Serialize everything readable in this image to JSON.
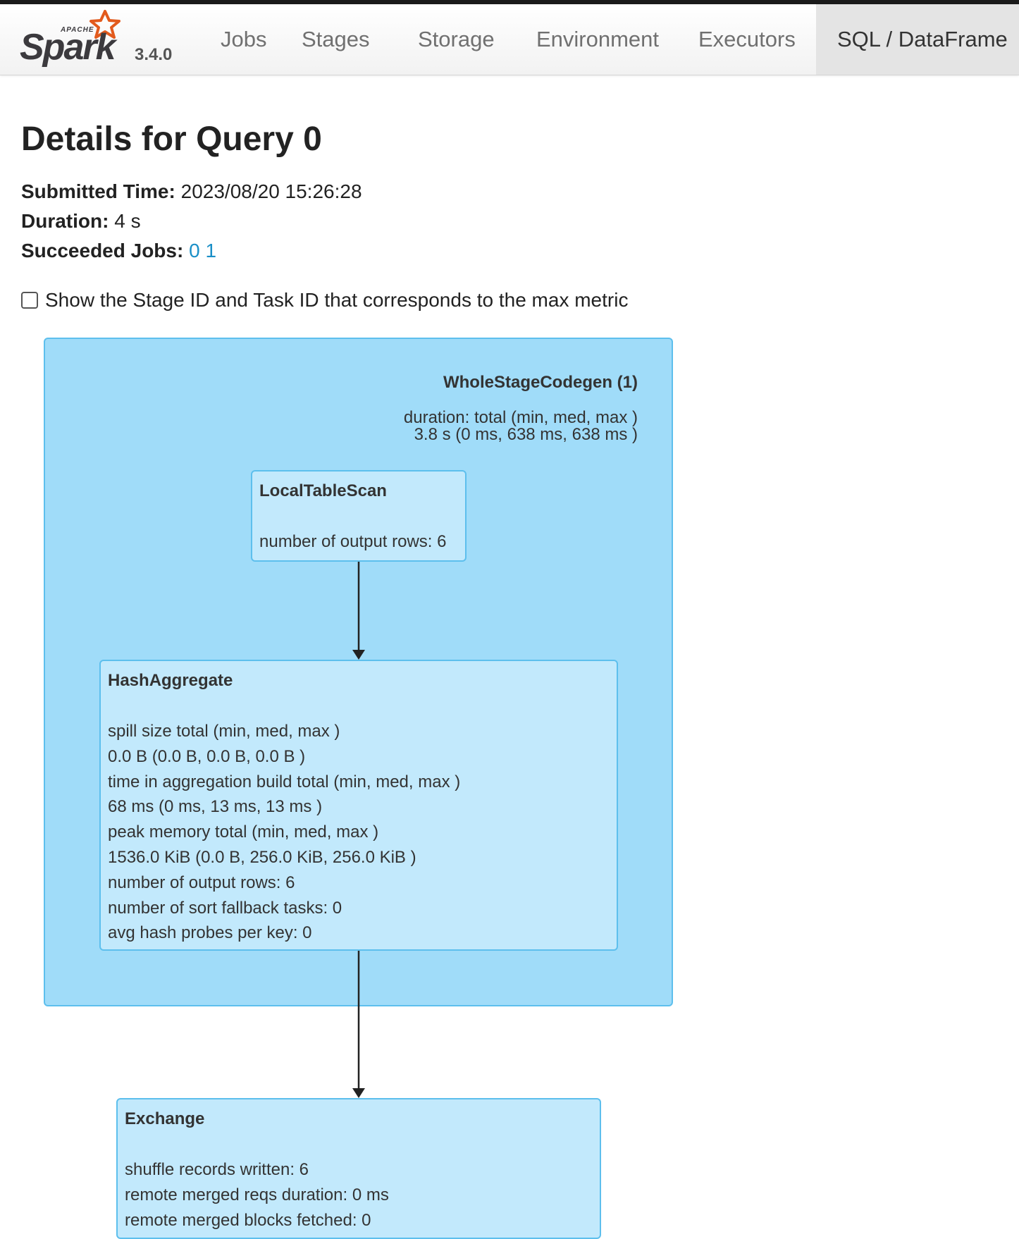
{
  "navbar": {
    "brand_apache": "APACHE",
    "brand_name": "Spark",
    "version": "3.4.0",
    "tabs": [
      {
        "label": "Jobs"
      },
      {
        "label": "Stages"
      },
      {
        "label": "Storage"
      },
      {
        "label": "Environment"
      },
      {
        "label": "Executors"
      },
      {
        "label": "SQL / DataFrame",
        "active": true
      }
    ]
  },
  "page": {
    "title": "Details for Query 0",
    "submitted_label": "Submitted Time:",
    "submitted_value": "2023/08/20 15:26:28",
    "duration_label": "Duration:",
    "duration_value": "4 s",
    "succeeded_jobs_label": "Succeeded Jobs:",
    "succeeded_jobs": [
      "0",
      "1"
    ],
    "checkbox_label": "Show the Stage ID and Task ID that corresponds to the max metric",
    "checkbox_checked": false
  },
  "plan": {
    "cluster": {
      "title": "WholeStageCodegen (1)",
      "metric_line1": "duration: total (min, med, max )",
      "metric_line2": "3.8 s (0 ms, 638 ms, 638 ms )"
    },
    "nodes": {
      "local_table_scan": {
        "title": "LocalTableScan",
        "metrics": [
          "number of output rows: 6"
        ]
      },
      "hash_aggregate": {
        "title": "HashAggregate",
        "metrics": [
          "spill size total (min, med, max )",
          "0.0 B (0.0 B, 0.0 B, 0.0 B )",
          "time in aggregation build total (min, med, max )",
          "68 ms (0 ms, 13 ms, 13 ms )",
          "peak memory total (min, med, max )",
          "1536.0 KiB (0.0 B, 256.0 KiB, 256.0 KiB )",
          "number of output rows: 6",
          "number of sort fallback tasks: 0",
          "avg hash probes per key: 0"
        ]
      },
      "exchange": {
        "title": "Exchange",
        "metrics": [
          "shuffle records written: 6",
          "remote merged reqs duration: 0 ms",
          "remote merged blocks fetched: 0"
        ]
      }
    }
  },
  "colors": {
    "cluster_fill": "#a0dcf9",
    "node_fill": "#c2e9fc",
    "border": "#5dbfed",
    "link": "#1a8fc7",
    "spark_orange": "#e25a1c"
  }
}
